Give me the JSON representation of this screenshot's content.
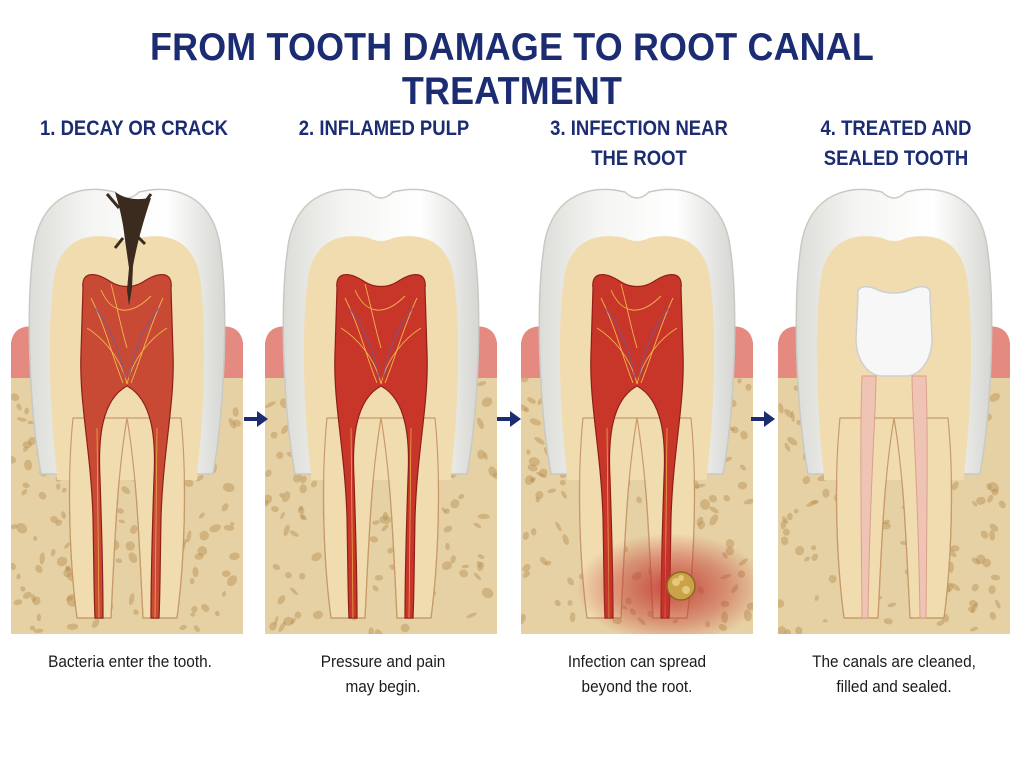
{
  "title": "FROM TOOTH DAMAGE TO ROOT CANAL TREATMENT",
  "steps": [
    {
      "heading": [
        "1. DECAY OR CRACK"
      ],
      "caption": [
        "Bacteria enter the tooth."
      ]
    },
    {
      "heading": [
        "2. INFLAMED PULP"
      ],
      "caption": [
        "Pressure and pain",
        "may begin."
      ]
    },
    {
      "heading": [
        "3. INFECTION NEAR",
        "THE ROOT"
      ],
      "caption": [
        "Infection can spread",
        "beyond the root."
      ]
    },
    {
      "heading": [
        "4. TREATED AND",
        "SEALED TOOTH"
      ],
      "caption": [
        "The canals are cleaned,",
        "filled and sealed."
      ]
    }
  ],
  "colors": {
    "title": "#1c2c72",
    "enamel": "#f4f4f2",
    "dentin": "#f1dcb0",
    "pulp": "#c8362a",
    "bone": "#e6d1a4",
    "gum": "#e48a80",
    "filling": "#f7f7f7",
    "decay": "#3b2a1e",
    "infection": "#c0302a",
    "arrow": "#1c2c72"
  }
}
